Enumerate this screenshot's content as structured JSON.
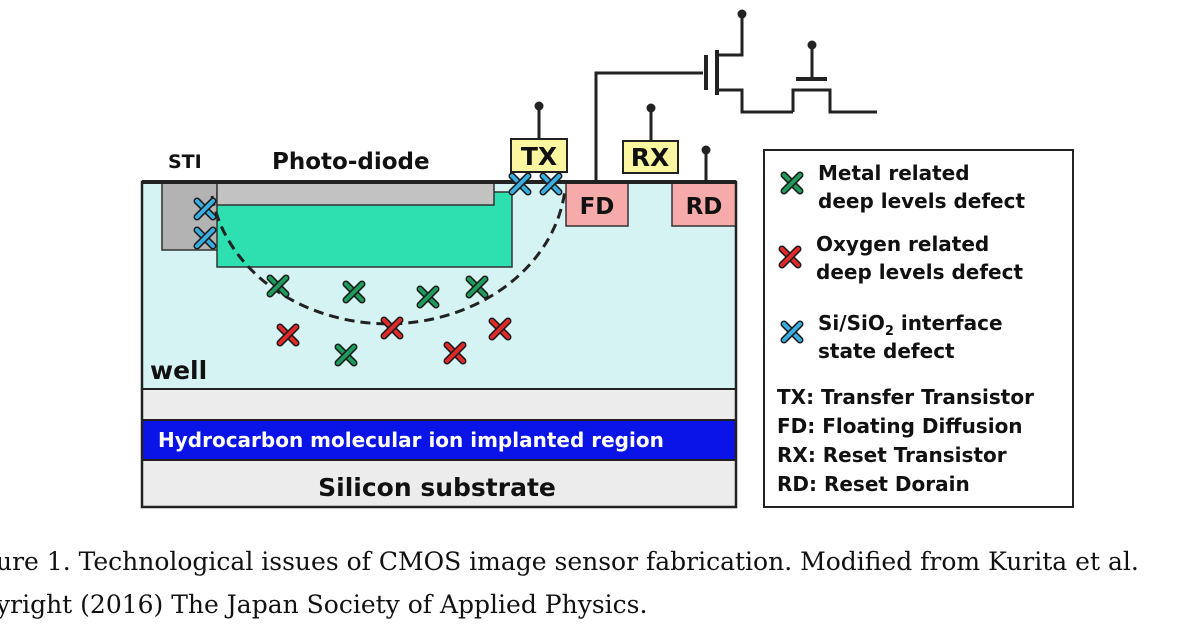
{
  "diagram": {
    "labels": {
      "sti": "STI",
      "photodiode": "Photo-diode",
      "tx": "TX",
      "rx": "RX",
      "fd": "FD",
      "rd": "RD",
      "well": "well",
      "hydrocarbon": "Hydrocarbon molecular ion implanted region",
      "substrate": "Silicon substrate"
    },
    "legend": {
      "metal_line1": "Metal related",
      "metal_line2": "deep levels defect",
      "oxygen_line1": "Oxygen related",
      "oxygen_line2": "deep levels defect",
      "interface_line1_pre": "Si/SiO",
      "interface_line1_sub": "2",
      "interface_line1_post": " interface",
      "interface_line2": "state defect",
      "abbr_tx": "TX: Transfer Transistor",
      "abbr_fd": "FD: Floating Diffusion",
      "abbr_rx": "RX: Reset Transistor",
      "abbr_rd": "RD: Reset Dorain"
    },
    "colors": {
      "metal_defect": "#1e9a5a",
      "oxygen_defect": "#e02a2a",
      "interface_defect": "#3aaee0",
      "well": "#d6f3f3",
      "photodiode": "#2ee0b0",
      "sti": "#b3b3b3",
      "hydrocarbon_band": "#0a14e6",
      "substrate": "#ececec",
      "gate_label_bg": "#fbf7a0",
      "diffusion": "#f7aaaa"
    }
  },
  "caption": {
    "line1": "ure 1.  Technological issues of CMOS image sensor fabrication.  Modified from Kurita et al.",
    "line2": "yright (2016) The Japan Society of Applied Physics."
  }
}
